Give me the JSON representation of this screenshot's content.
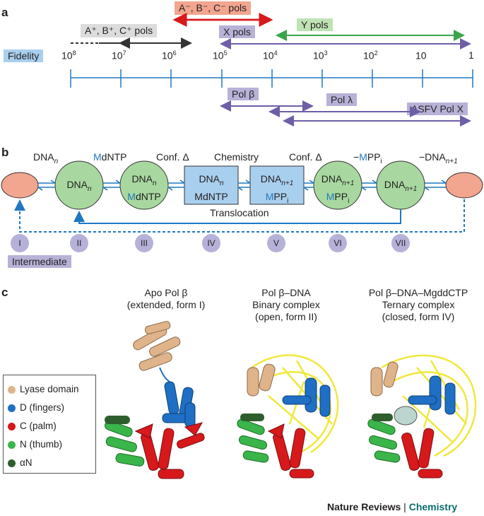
{
  "panels": {
    "a": "a",
    "b": "b",
    "c": "c"
  },
  "panel_a": {
    "fidelity_label": "Fidelity",
    "scale_ticks": [
      {
        "base": "10",
        "exp": "8"
      },
      {
        "base": "10",
        "exp": "7"
      },
      {
        "base": "10",
        "exp": "6"
      },
      {
        "base": "10",
        "exp": "5"
      },
      {
        "base": "10",
        "exp": "4"
      },
      {
        "base": "10",
        "exp": "3"
      },
      {
        "base": "10",
        "exp": "2"
      },
      {
        "base": "10",
        "exp": ""
      },
      {
        "base": "1",
        "exp": ""
      }
    ],
    "ranges": {
      "minus_pols": "A⁻, B⁻, C⁻ pols",
      "plus_pols": "A⁺, B⁺, C⁺ pols",
      "x_pols": "X pols",
      "y_pols": "Y pols",
      "pol_beta": "Pol β",
      "pol_lambda": "Pol λ",
      "asfv": "ASFV Pol X"
    },
    "colors": {
      "minus": "#d7191c",
      "y": "#3aa54a",
      "x": "#6e5ea8",
      "plus": "#333333",
      "scale": "#1f78c1"
    }
  },
  "panel_b": {
    "top_labels": {
      "dna_n": "DNA",
      "dna_n_sub": "n",
      "mdntp_m": "M",
      "mdntp_rest": "dNTP",
      "conf1": "Conf. Δ",
      "chemistry": "Chemistry",
      "conf2": "Conf. Δ",
      "mpp_prefix": "−",
      "mpp_m": "M",
      "mpp_rest": "PP",
      "mpp_sub": "i",
      "dna_n1_prefix": "−DNA",
      "dna_n1_sub": "n+1"
    },
    "states": {
      "s1": {
        "line1": "DNA",
        "sub1": "n"
      },
      "s2": {
        "line1": "DNA",
        "sub1": "n",
        "m": "M",
        "line2": "dNTP"
      },
      "s3": {
        "line1": "DNA",
        "sub1": "n",
        "m": "M",
        "line2": "dNTP"
      },
      "s4": {
        "line1": "DNA",
        "sub1": "n+1",
        "m": "M",
        "line2": "PP",
        "sub2": "i"
      },
      "s5": {
        "line1": "DNA",
        "sub1": "n+1",
        "m": "M",
        "line2": "PP",
        "sub2": "i"
      },
      "s6": {
        "line1": "DNA",
        "sub1": "n+1"
      }
    },
    "translocation": "Translocation",
    "intermediate": "Intermediate",
    "roman": [
      "I",
      "II",
      "III",
      "IV",
      "V",
      "VI",
      "VII"
    ]
  },
  "panel_c": {
    "titles": [
      {
        "l1": "Apo Pol β",
        "l2": "(extended, form I)",
        "l3": ""
      },
      {
        "l1": "Pol β–DNA",
        "l2": "Binary complex",
        "l3": "(open, form II)"
      },
      {
        "l1": "Pol β–DNA–MgddCTP",
        "l2": "Ternary complex",
        "l3": "(closed, form IV)"
      }
    ],
    "legend": [
      {
        "label": "Lyase domain",
        "color": "#e0b48a"
      },
      {
        "label": "D (fingers)",
        "color": "#1f6fc4"
      },
      {
        "label": "C (palm)",
        "color": "#d7191c"
      },
      {
        "label": "N (thumb)",
        "color": "#3ab54a"
      },
      {
        "label": "αN",
        "color": "#2e5d2e"
      }
    ]
  },
  "footer": {
    "brand": "Nature Reviews",
    "sep": " | ",
    "journal": "Chemistry"
  }
}
